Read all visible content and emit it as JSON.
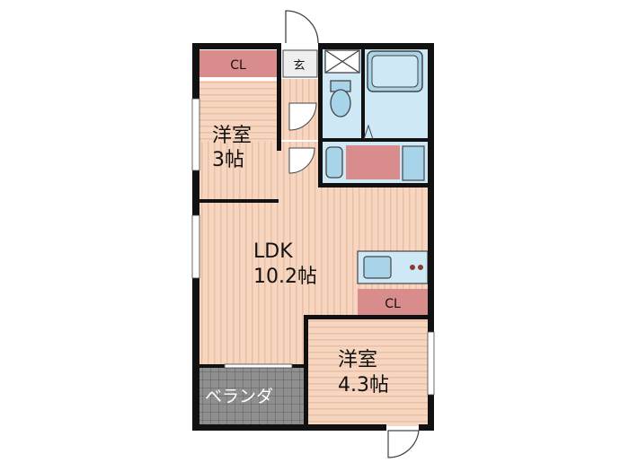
{
  "floorplan": {
    "rooms": {
      "western_room_small": {
        "name": "洋室",
        "size": "3帖"
      },
      "ldk": {
        "name": "LDK",
        "size": "10.2帖"
      },
      "western_room_large": {
        "name": "洋室",
        "size": "4.3帖"
      },
      "closet_top": {
        "name": "CL"
      },
      "closet_right": {
        "name": "CL"
      },
      "entrance": {
        "name": "玄"
      },
      "balcony": {
        "name": "ベランダ"
      }
    },
    "colors": {
      "room_floor": "#f6d6c0",
      "floor_stripe": "#ecbfa5",
      "closet": "#d98c8c",
      "wet_area": "#cfe8f5",
      "fixture": "#a8d4ea",
      "wall": "#111111",
      "balcony": "#9a9a9a"
    }
  }
}
